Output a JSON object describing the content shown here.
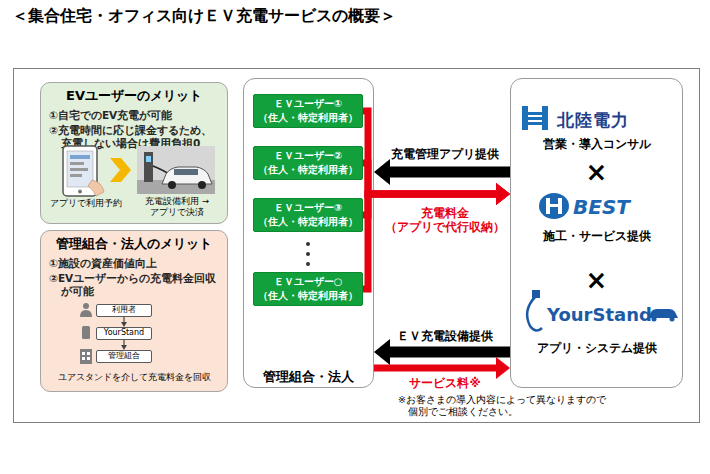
{
  "diagram": {
    "title": "＜集合住宅・オフィス向けＥＶ充電サービスの概要＞",
    "nodes": [
      {
        "text": [
          "EVユーザーのメリット",
          "①自宅でのEV充電が可能",
          "②充電時間に応じ課金するため、 充電しない場合は費用負担0"
        ]
      },
      {
        "text": [
          "管理組合・法人のメリット",
          "①施設の資産価値向上",
          "②EVユーザーからの充電料金回収 が可能"
        ]
      },
      {
        "text": [
          "利用者"
        ],
        "in": 1
      },
      {
        "text": [
          "YourStand"
        ],
        "in": 1
      },
      {
        "text": [
          "管理組合"
        ],
        "in": 1
      },
      {
        "text": [
          "管理組合・法人"
        ]
      },
      {
        "text": [
          "ＥＶユーザー①",
          "（住人・特定利用者）"
        ],
        "in": 5
      },
      {
        "text": [
          "ＥＶユーザー②",
          "（住人・特定利用者）"
        ],
        "in": 5
      },
      {
        "text": [
          "ＥＶユーザー③",
          "（住人・特定利用者）"
        ],
        "in": 5
      },
      {
        "text": [
          "ＥＶユーザー○",
          "（住人・特定利用者）"
        ],
        "in": 5
      },
      {
        "text": [
          "北陸電力",
          "営業・導入コンサル",
          "×",
          "BEST",
          "施工・サービス提供",
          "×",
          "YourStand",
          "アプリ・システム提供"
        ]
      }
    ],
    "edges": [
      {
        "from": 10,
        "to": 5,
        "label": "充電管理アプリ提供",
        "arrow": "to"
      },
      {
        "from": 6,
        "to": 10,
        "label": "充電料金 （アプリで代行収納）",
        "arrow": "to"
      },
      {
        "from": 7,
        "to": 10,
        "arrow": "to"
      },
      {
        "from": 8,
        "to": 10,
        "arrow": "to"
      },
      {
        "from": 9,
        "to": 10,
        "arrow": "to"
      },
      {
        "from": 10,
        "to": 5,
        "label": "ＥＶ充電設備提供",
        "arrow": "to"
      },
      {
        "from": 5,
        "to": 10,
        "label": "サービス料※",
        "arrow": "to"
      },
      {
        "from": 2,
        "to": 3,
        "arrow": "to"
      },
      {
        "from": 3,
        "to": 4,
        "arrow": "to"
      }
    ],
    "labels": [
      "アプリで利用予約",
      "充電設備利用 →アプリで決済",
      "ユアスタンドを介して充電料金を回収",
      "※お客さまの導入内容によって異なりますので 個別でご相談ください。"
    ]
  }
}
